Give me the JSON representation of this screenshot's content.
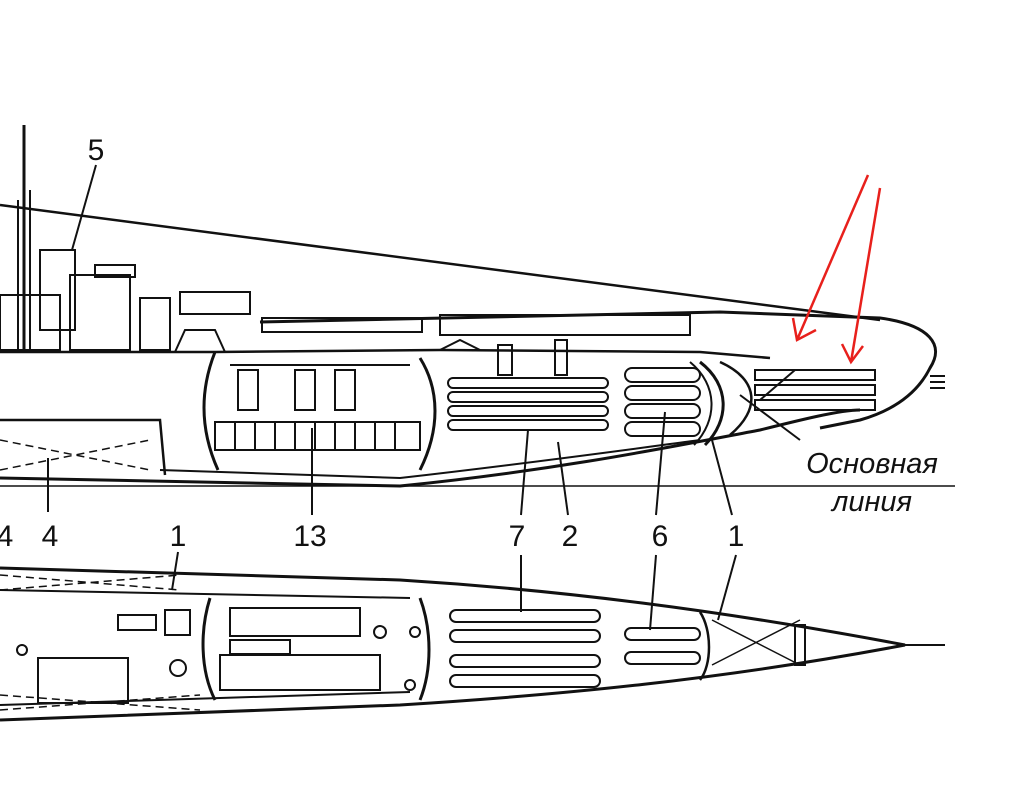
{
  "diagram": {
    "callouts": {
      "side_5": "5",
      "side_4_left": "4",
      "side_4": "4",
      "side_1_mid": "1",
      "side_13": "13",
      "side_7": "7",
      "side_2": "2",
      "side_6": "6",
      "side_1_bow": "1"
    },
    "baseline_label": {
      "line1": "Основная",
      "line2": "линия"
    },
    "colors": {
      "ink": "#111111",
      "annotation_arrow": "#e8201c",
      "background": "#ffffff"
    }
  }
}
